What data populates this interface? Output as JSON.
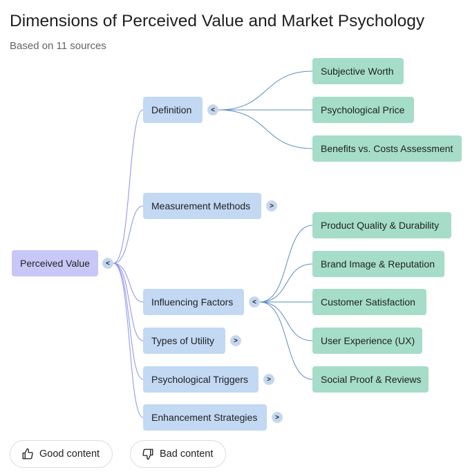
{
  "header": {
    "title": "Dimensions of Perceived Value and Market Psychology",
    "subtitle": "Based on 11 sources"
  },
  "mindmap": {
    "root": {
      "label": "Perceived Value",
      "toggle": "<"
    },
    "branches": [
      {
        "label": "Definition",
        "toggle": "<",
        "children": [
          "Subjective Worth",
          "Psychological Price",
          "Benefits vs. Costs Assessment"
        ]
      },
      {
        "label": "Measurement Methods",
        "toggle": ">",
        "children": []
      },
      {
        "label": "Influencing Factors",
        "toggle": "<",
        "children": [
          "Product Quality & Durability",
          "Brand Image & Reputation",
          "Customer Satisfaction",
          "User Experience (UX)",
          "Social Proof & Reviews"
        ]
      },
      {
        "label": "Types of Utility",
        "toggle": ">",
        "children": []
      },
      {
        "label": "Psychological Triggers",
        "toggle": ">",
        "children": []
      },
      {
        "label": "Enhancement Strategies",
        "toggle": ">",
        "children": []
      }
    ]
  },
  "feedback": {
    "good_label": "Good content",
    "good_icon": "thumbs-up-icon",
    "bad_label": "Bad content",
    "bad_icon": "thumbs-down-icon"
  },
  "colors": {
    "root_fill": "#c7c8f8",
    "branch_fill": "#c2d8f3",
    "leaf_fill": "#a5ddc9",
    "root_link": "#8b8ef0",
    "leaf_link": "#5b8bc4"
  }
}
